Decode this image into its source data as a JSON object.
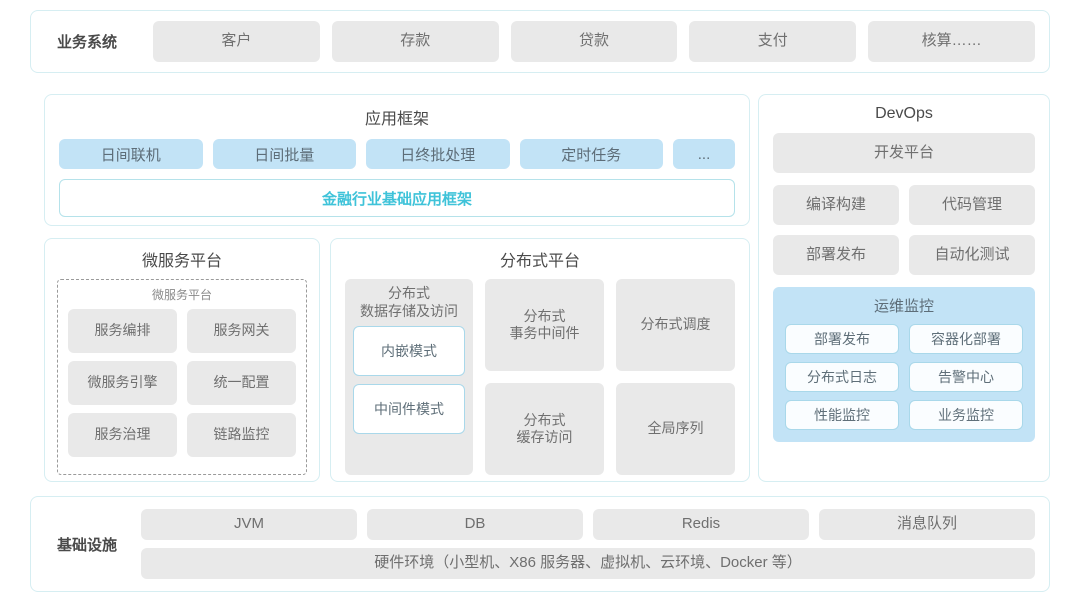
{
  "colors": {
    "panel_border": "#d6eef2",
    "chip_grey": "#e9e9e9",
    "chip_blue": "#c2e3f6",
    "accent_teal": "#3fc3d9",
    "outline_blue": "#a9d8ea",
    "text_grey": "#6f6f6f",
    "title_grey": "#4a4a4a"
  },
  "business_system": {
    "label": "业务系统",
    "items": [
      "客户",
      "存款",
      "贷款",
      "支付",
      "核算……"
    ]
  },
  "app_framework": {
    "title": "应用框架",
    "items": [
      "日间联机",
      "日间批量",
      "日终批处理",
      "定时任务",
      "..."
    ],
    "base_label": "金融行业基础应用框架"
  },
  "micro_service": {
    "title": "微服务平台",
    "sub_title": "微服务平台",
    "items": [
      "服务编排",
      "服务网关",
      "微服务引擎",
      "统一配置",
      "服务治理",
      "链路监控"
    ]
  },
  "distributed": {
    "title": "分布式平台",
    "storage": {
      "title": "分布式\n数据存储及访问",
      "modes": [
        "内嵌模式",
        "中间件模式"
      ]
    },
    "items": [
      "分布式\n事务中间件",
      "分布式调度",
      "分布式\n缓存访问",
      "全局序列"
    ]
  },
  "devops": {
    "title": "DevOps",
    "platform": "开发平台",
    "items": [
      "编译构建",
      "代码管理",
      "部署发布",
      "自动化测试"
    ],
    "ops_monitor": {
      "title": "运维监控",
      "items": [
        "部署发布",
        "容器化部署",
        "分布式日志",
        "告警中心",
        "性能监控",
        "业务监控"
      ]
    }
  },
  "infrastructure": {
    "label": "基础设施",
    "items": [
      "JVM",
      "DB",
      "Redis",
      "消息队列"
    ],
    "hardware": "硬件环境（小型机、X86 服务器、虚拟机、云环境、Docker 等）"
  }
}
